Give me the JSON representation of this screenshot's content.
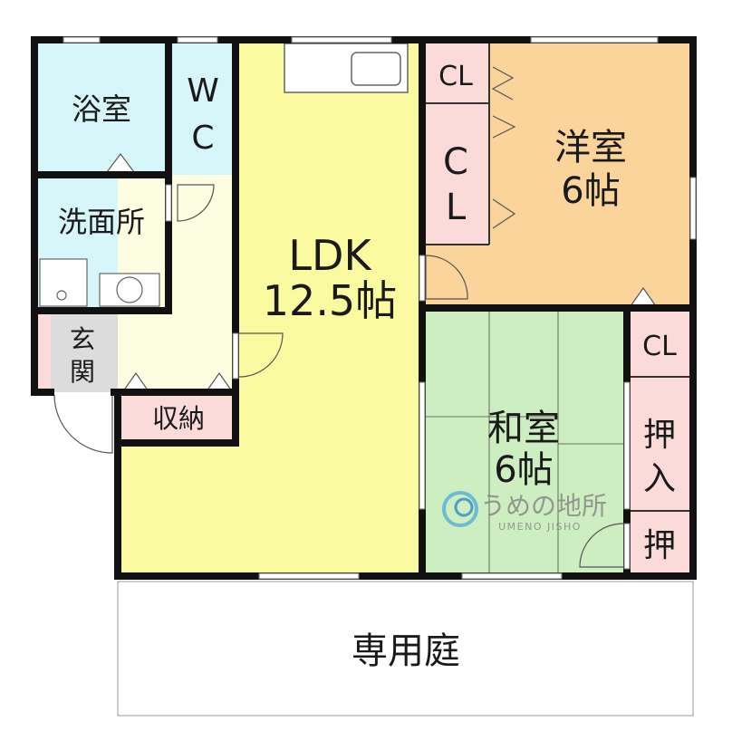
{
  "rooms": {
    "bath": "浴室",
    "wc_line1": "W",
    "wc_line2": "C",
    "washroom": "洗面所",
    "entrance_line1": "玄",
    "entrance_line2": "関",
    "storage": "収納",
    "ldk_line1": "LDK",
    "ldk_line2": "12.5帖",
    "cl_top": "CL",
    "cl_big_line1": "C",
    "cl_big_line2": "L",
    "western_line1": "洋室",
    "western_line2": "6帖",
    "cl_right": "CL",
    "japanese_line1": "和室",
    "japanese_line2": "6帖",
    "oshiire_line1": "押",
    "oshiire_line2": "入",
    "oshi_small": "押",
    "garden": "専用庭"
  },
  "watermark": {
    "brand": "うめの地所",
    "sub": "UMENO JISHO"
  },
  "colors": {
    "wall": "#111111",
    "wet_area": "#d6f6fa",
    "ldk": "#fafaa0",
    "hallway": "#fdfde2",
    "closet": "#fbdada",
    "western": "#fad49a",
    "japanese": "#cdeec0",
    "entrance": "#dcdcdc",
    "garden": "#ffffff"
  }
}
